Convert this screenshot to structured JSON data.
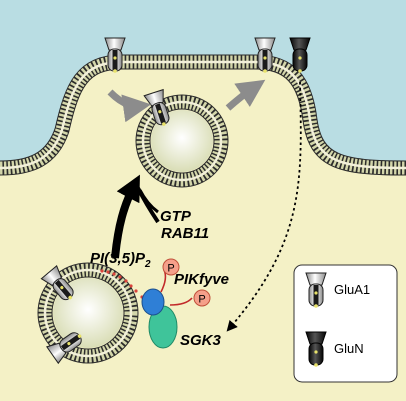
{
  "labels": {
    "gtp": "GTP",
    "rab11": "RAB11",
    "pi35p2_main": "PI(3,5)P",
    "pi35p2_sub": "2",
    "pikfyve": "PIKfyve",
    "sgk3": "SGK3",
    "phospho": "P"
  },
  "legend": {
    "items": [
      {
        "label": "GluA1",
        "icon": "glua1-receptor-icon"
      },
      {
        "label": "GluN",
        "icon": "glun-receptor-icon"
      }
    ]
  },
  "colors": {
    "extracellular": "#b9dde3",
    "cytoplasm": "#f4f1c6",
    "membrane_head": "#cfd3a5",
    "vesicle_lumen": "#dfe3bd",
    "glua1_receptor": "#d9d9d9",
    "glun_receptor": "#222222",
    "pikfyve_protein": "#2f7fd6",
    "sgk3_protein": "#3fc49a",
    "phospho_group": "#f5a08a",
    "lipid_dots": "#d9433b"
  }
}
